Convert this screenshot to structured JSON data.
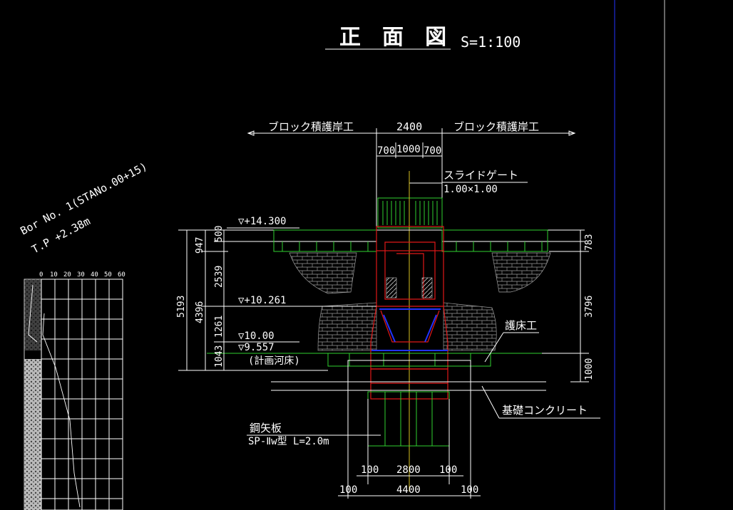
{
  "title": {
    "text": "正 面 図",
    "scale": "S=1:100"
  },
  "top_labels": {
    "left": "ブロック積護岸工",
    "center": "2400",
    "right": "ブロック積護岸工"
  },
  "sub_dims": {
    "a": "700",
    "b": "1000",
    "c": "700"
  },
  "gate": {
    "name": "スライドゲート",
    "size": "1.00×1.00"
  },
  "levels": {
    "top": "▽+14.300",
    "mid": "▽+10.261",
    "low": "▽10.00",
    "bed": "▽9.557",
    "bed_note": "(計画河床)"
  },
  "left_dims": {
    "d500": "500",
    "d947": "947",
    "d2539": "2539",
    "d1261": "1261",
    "d4396": "4396",
    "d1043": "1043",
    "d5193": "5193"
  },
  "right_dims": {
    "d783": "783",
    "d3796": "3796",
    "d1000": "1000"
  },
  "callouts": {
    "bed_protection": "護床工",
    "foundation": "基礎コンクリート",
    "sheet_pile": "鋼矢板",
    "sheet_pile_spec": "SP-Ⅱw型 L=2.0m"
  },
  "bottom_dims": {
    "p1": "100",
    "p2": "2800",
    "p3": "100",
    "q1": "100",
    "q2": "4400",
    "q3": "100"
  },
  "boring": {
    "name": "Bor No. 1(STANo.00+15)",
    "tp": "T.P +2.38m",
    "ticks": [
      "0",
      "10",
      "20",
      "30",
      "40",
      "50",
      "60"
    ]
  },
  "colors": {
    "background": "#000000",
    "structure": "#e01818",
    "block": "#2fd02f",
    "rebar": "#2233ff",
    "gate_rod": "#d8c020"
  }
}
